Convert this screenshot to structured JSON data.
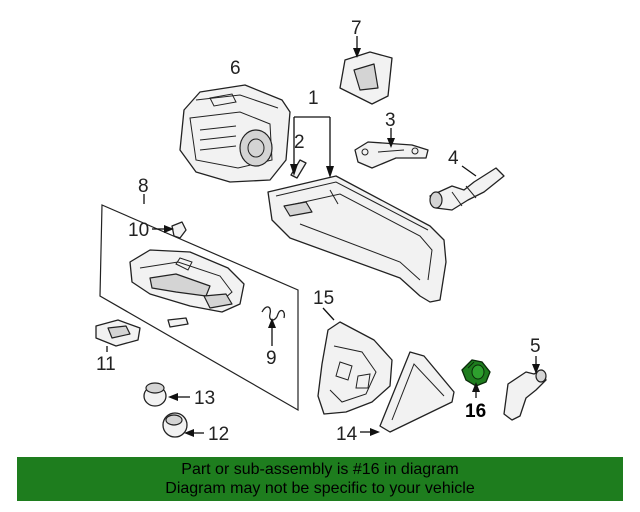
{
  "diagram": {
    "callouts": {
      "c1": "1",
      "c2": "2",
      "c3": "3",
      "c4": "4",
      "c5": "5",
      "c6": "6",
      "c7": "7",
      "c8": "8",
      "c9": "9",
      "c10": "10",
      "c11": "11",
      "c12": "12",
      "c13": "13",
      "c14": "14",
      "c15": "15",
      "c16": "16"
    },
    "highlight_color": "#1e7d1e"
  },
  "banner": {
    "line1": "Part or sub-assembly is #16 in diagram",
    "line2": "Diagram may not be specific to your vehicle",
    "background": "#1e7d1e"
  }
}
